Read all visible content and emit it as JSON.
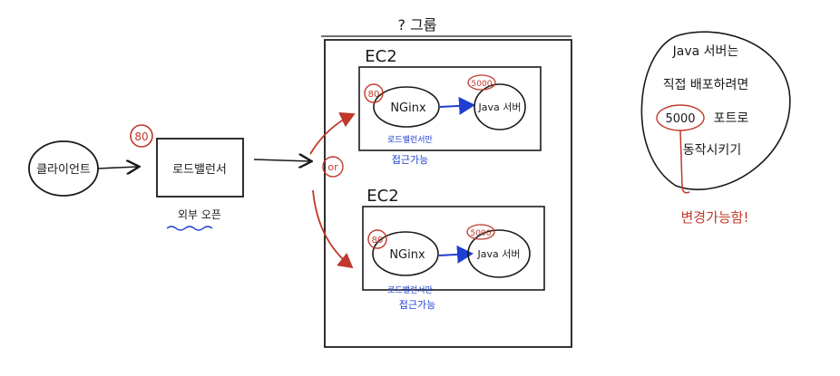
{
  "colors": {
    "ink": "#1a1a1a",
    "red": "#c0392b",
    "blue": "#1f3fd1"
  },
  "client": {
    "label": "클라이언트"
  },
  "load_balancer": {
    "label": "로드밸런서",
    "port": "80",
    "note": "외부 오픈"
  },
  "group": {
    "label": "? 그룹"
  },
  "or_label": "or",
  "instances": [
    {
      "label": "EC2",
      "nginx": "NGinx",
      "nginx_port": "80",
      "java": "Java 서버",
      "java_port": "5000",
      "nginx_note": "로드밸런서만",
      "nginx_note2": "접근가능"
    },
    {
      "label": "EC2",
      "nginx": "NGinx",
      "nginx_port": "80",
      "java": "Java 서버",
      "java_port": "5000",
      "nginx_note": "로드밸런서만",
      "nginx_note2": "접근가능"
    }
  ],
  "note": {
    "line1": "Java 서버는",
    "line2": "직접 배포하려면",
    "port": "5000",
    "line3": "포트로",
    "line4": "동작시키기",
    "change": "변경가능함!"
  }
}
